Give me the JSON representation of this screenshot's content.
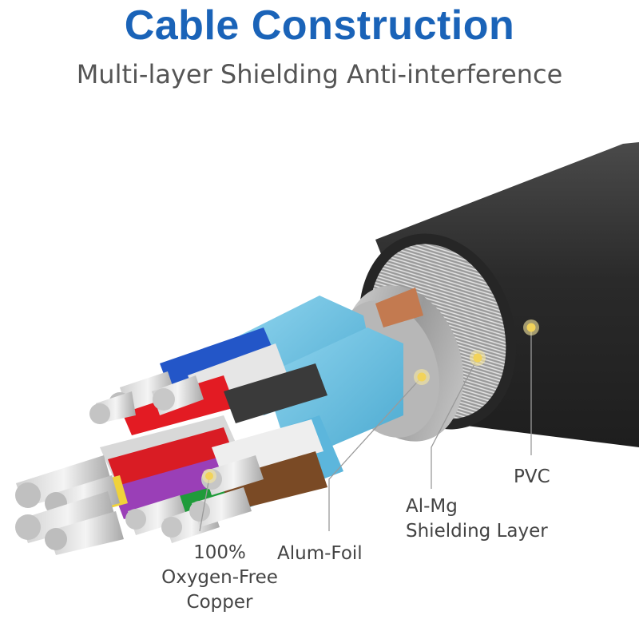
{
  "header": {
    "title": "Cable Construction",
    "subtitle": "Multi-layer Shielding Anti-interference"
  },
  "labels": {
    "pvc": "PVC",
    "al_mg_line1": "Al-Mg",
    "al_mg_line2": "Shielding Layer",
    "alum_foil": "Alum-Foil",
    "copper_line1": "100%",
    "copper_line2": "Oxygen-Free",
    "copper_line3": "Copper"
  },
  "colors": {
    "title": "#1a63b8",
    "jacket": "#2e2e2e",
    "marker": "#f2d35a",
    "foil": "#6fc2e3"
  }
}
